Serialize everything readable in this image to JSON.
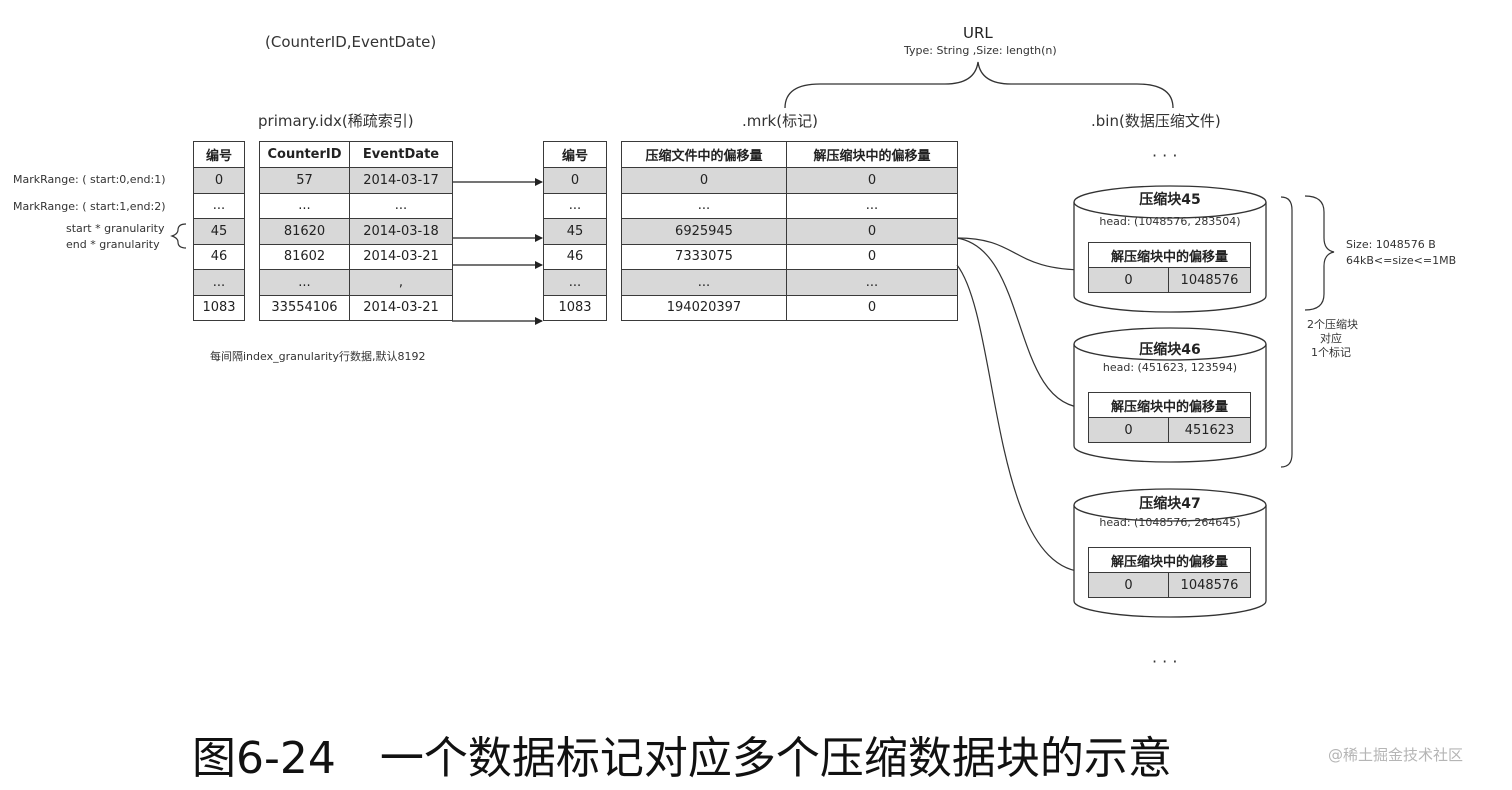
{
  "top_left_label": "(CounterID,EventDate)",
  "url_label": "URL",
  "url_type": "Type: String ,Size: length(n)",
  "primary_title": "primary.idx(稀疏索引)",
  "mrk_title": ".mrk(标记)",
  "bin_title": ".bin(数据压缩文件)",
  "bin_top_dots": "· · ·",
  "bin_bottom_dots": "· · ·",
  "left_notes": {
    "mark_range_0": "MarkRange: ( start:0,end:1)",
    "mark_range_1": "MarkRange: ( start:1,end:2)",
    "start_gran": "start * granularity",
    "end_gran": "end  * granularity"
  },
  "idx_note": "每间隔index_granularity行数据,默认8192",
  "num_table": {
    "header": "编号",
    "rows": [
      "0",
      "...",
      "45",
      "46",
      "...",
      "1083"
    ]
  },
  "primary_table": {
    "headers": [
      "CounterID",
      "EventDate"
    ],
    "rows": [
      [
        "57",
        "2014-03-17"
      ],
      [
        "...",
        "..."
      ],
      [
        "81620",
        "2014-03-18"
      ],
      [
        "81602",
        "2014-03-21"
      ],
      [
        "...",
        ","
      ],
      [
        "33554106",
        "2014-03-21"
      ]
    ]
  },
  "mrk_num_table": {
    "header": "编号",
    "rows": [
      "0",
      "...",
      "45",
      "46",
      "...",
      "1083"
    ]
  },
  "mrk_table": {
    "headers": [
      "压缩文件中的偏移量",
      "解压缩块中的偏移量"
    ],
    "rows": [
      [
        "0",
        "0"
      ],
      [
        "...",
        "..."
      ],
      [
        "6925945",
        "0"
      ],
      [
        "7333075",
        "0"
      ],
      [
        "...",
        "..."
      ],
      [
        "194020397",
        "0"
      ]
    ]
  },
  "blocks": [
    {
      "title": "压缩块45",
      "head": "head: (1048576, 283504)",
      "inner_header": "解压缩块中的偏移量",
      "values": [
        "0",
        "1048576"
      ]
    },
    {
      "title": "压缩块46",
      "head": "head: (451623, 123594)",
      "inner_header": "解压缩块中的偏移量",
      "values": [
        "0",
        "451623"
      ]
    },
    {
      "title": "压缩块47",
      "head": "head: (1048576, 264645)",
      "inner_header": "解压缩块中的偏移量",
      "values": [
        "0",
        "1048576"
      ]
    }
  ],
  "size_note": {
    "line1": "Size: 1048576 B",
    "line2": "64kB<=size<=1MB"
  },
  "pair_note": {
    "line1": "2个压缩块",
    "line2": "对应",
    "line3": "1个标记"
  },
  "caption": "图6-24　一个数据标记对应多个压缩数据块的示意",
  "watermark": "@稀土掘金技术社区"
}
